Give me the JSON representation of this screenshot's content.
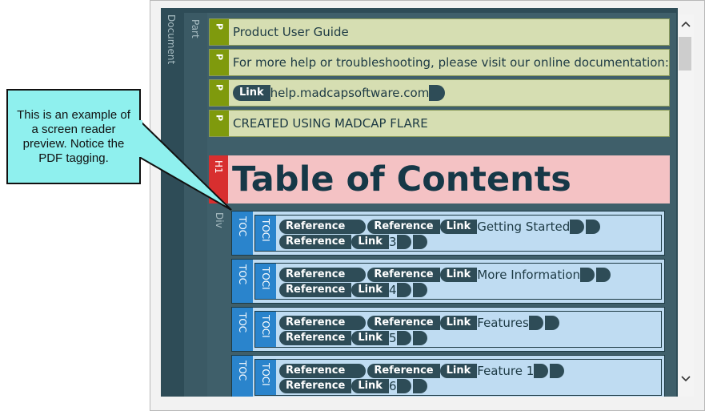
{
  "callout": {
    "text": "This is an example of a screen reader preview. Notice the PDF tagging."
  },
  "rails": {
    "document": "Document",
    "part": "Part",
    "div": "Div"
  },
  "paragraphs": [
    {
      "tag": "P",
      "text": "Product User Guide"
    },
    {
      "tag": "P",
      "text": "For more help or troubleshooting, please visit our online documentation:"
    },
    {
      "tag": "P",
      "link_label": "Link",
      "text": "help.madcapsoftware.com"
    },
    {
      "tag": "P",
      "text": "CREATED USING MADCAP FLARE"
    }
  ],
  "heading": {
    "tag": "H1",
    "text": "Table of Contents"
  },
  "toc_entries": [
    {
      "tag": "TOC",
      "inner_tag": "TOCI",
      "reference": "Reference",
      "link": "Link",
      "title": "Getting Started",
      "page": "3"
    },
    {
      "tag": "TOC",
      "inner_tag": "TOCI",
      "reference": "Reference",
      "link": "Link",
      "title": "More Information",
      "page": "4"
    },
    {
      "tag": "TOC",
      "inner_tag": "TOCI",
      "reference": "Reference",
      "link": "Link",
      "title": "Features",
      "page": "5"
    },
    {
      "tag": "TOC",
      "inner_tag": "TOCI",
      "reference": "Reference",
      "link": "Link",
      "title": "Feature 1",
      "page": "6"
    }
  ],
  "scrollbar": {
    "up_icon": "chevron-up-icon",
    "down_icon": "chevron-down-icon"
  },
  "colors": {
    "p_tag": "#7f9a0d",
    "h1_tag": "#d82f2f",
    "toc_tag": "#2a84cc",
    "callout": "#8ff0ee"
  }
}
